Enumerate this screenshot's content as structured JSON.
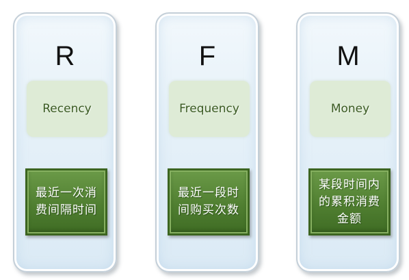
{
  "cards": [
    {
      "letter": "R",
      "term": "Recency",
      "description": "最近一次消费间隔时间"
    },
    {
      "letter": "F",
      "term": "Frequency",
      "description": "最近一段时间购买次数"
    },
    {
      "letter": "M",
      "term": "Money",
      "description": "某段时间内的累积消费金额"
    }
  ],
  "colors": {
    "card_fill": "#e6f1f9",
    "card_border": "#c4cfd8",
    "term_box_fill": "#deebd6",
    "term_text": "#3a5a22",
    "desc_box_fill": "#507f31",
    "desc_text": "#ffffff"
  }
}
